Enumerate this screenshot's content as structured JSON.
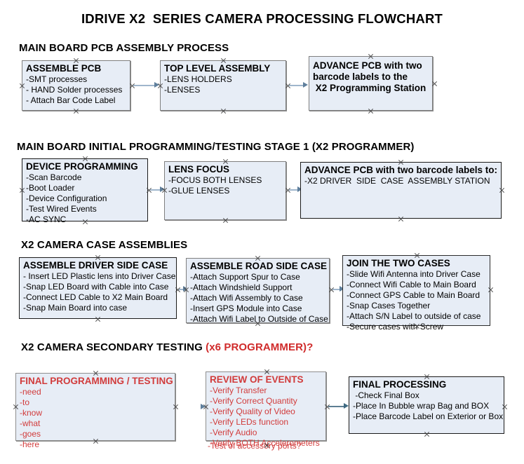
{
  "document": {
    "title": "IDRIVE X2  SERIES CAMERA PROCESSING FLOWCHART"
  },
  "sections": [
    {
      "id": "main-board-pcb-assembly",
      "heading": "MAIN BOARD PCB ASSEMBLY PROCESS",
      "heading_accent": "",
      "boxes": [
        {
          "id": "assemble-pcb",
          "title": "ASSEMBLE PCB",
          "lines": [
            "-SMT processes",
            "- HAND Solder processes",
            "- Attach Bar Code Label"
          ]
        },
        {
          "id": "top-level-assembly",
          "title": "TOP LEVEL ASSEMBLY",
          "lines": [
            "-LENS HOLDERS",
            "-LENSES"
          ]
        },
        {
          "id": "advance-pcb-programming-station",
          "title": "ADVANCE PCB with two",
          "title2": "barcode labels to the",
          "title3": " X2 Programming Station",
          "lines": []
        }
      ]
    },
    {
      "id": "initial-programming",
      "heading": "MAIN BOARD INITIAL PROGRAMMING/TESTING STAGE 1 (X2 PROGRAMMER)",
      "boxes": [
        {
          "id": "device-programming",
          "title": "DEVICE PROGRAMMING",
          "lines": [
            "-Scan Barcode",
            "-Boot Loader",
            "-Device Configuration",
            "-Test Wired Events",
            "-AC SYNC"
          ]
        },
        {
          "id": "lens-focus",
          "title": "LENS FOCUS",
          "lines": [
            "-FOCUS BOTH LENSES",
            "-GLUE LENSES"
          ]
        },
        {
          "id": "advance-pcb-driver-side",
          "title": "ADVANCE PCB with two barcode labels to:",
          "lines": [
            "-X2 DRIVER  SIDE  CASE  ASSEMBLY STATION"
          ]
        }
      ]
    },
    {
      "id": "case-assemblies",
      "heading": "X2 CAMERA CASE ASSEMBLIES",
      "boxes": [
        {
          "id": "assemble-driver-side-case",
          "title": "ASSEMBLE DRIVER SIDE CASE",
          "lines": [
            "- Insert LED Plastic lens into Driver Case",
            "-Snap LED Board with Cable into Case",
            "-Connect LED Cable to X2 Main Board",
            "-Snap Main Board into case"
          ]
        },
        {
          "id": "assemble-road-side-case",
          "title": "ASSEMBLE ROAD SIDE CASE",
          "lines": [
            "-Attach Support Spur to Case",
            "-Attach Windshield Support",
            "-Attach Wifi Assembly to Case",
            "-Insert GPS Module into Case",
            "-Attach Wifi Label to Outside of Case"
          ]
        },
        {
          "id": "join-the-two-cases",
          "title": "JOIN THE TWO CASES",
          "lines": [
            "-Slide Wifi Antenna into Driver Case",
            "-Connect Wifi Cable to Main Board",
            "-Connect GPS Cable to Main Board",
            "-Snap Cases Together",
            "-Attach S/N Label to outside of case",
            "-Secure cases with Screw"
          ]
        }
      ]
    },
    {
      "id": "secondary-testing",
      "heading": "X2 CAMERA SECONDARY TESTING ",
      "heading_accent": "(x6 PROGRAMMER)?",
      "boxes": [
        {
          "id": "final-programming-testing",
          "title": "FINAL PROGRAMMING / TESTING",
          "lines": [
            "-need",
            "-to",
            "-know",
            "-what",
            "-goes",
            "-here"
          ]
        },
        {
          "id": "review-of-events",
          "title": "REVIEW OF EVENTS",
          "lines": [
            "-Verify Transfer",
            "-Verify Correct Quantity",
            "-Verify Quality of Video",
            "-Verify LEDs function",
            "-Verify Audio",
            "-Verify BOTH Accelerometers"
          ],
          "overflow_line": "-Test of accessory ports?"
        },
        {
          "id": "final-processing",
          "title": "FINAL PROCESSING",
          "lines": [
            " -Check Final Box",
            "-Place In Bubble wrap Bag and BOX",
            "-Place Barcode Label on Exterior or Box"
          ]
        }
      ]
    }
  ],
  "colors": {
    "box_fill": "#e7edf6",
    "box_border": "#7f7f7f",
    "accent_red": "#d13b3b",
    "connector": "#9fb6cc",
    "connector_dark": "#5d7e93"
  }
}
